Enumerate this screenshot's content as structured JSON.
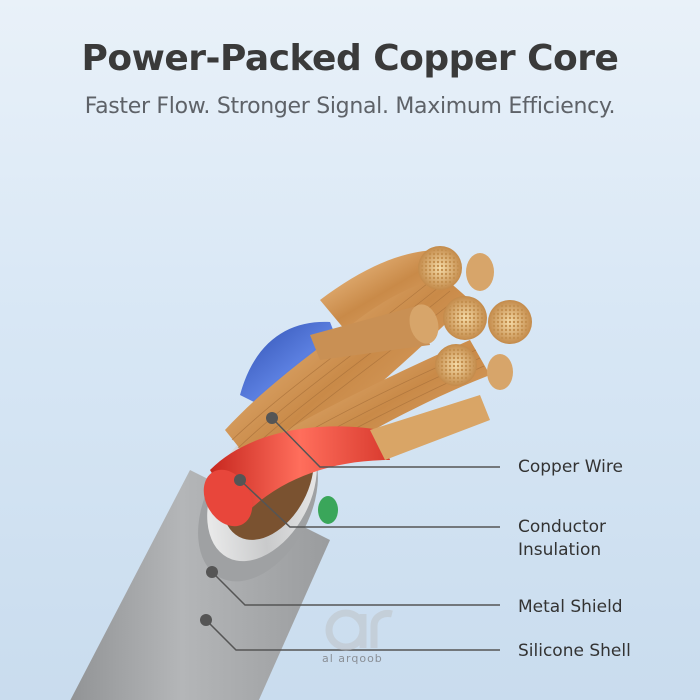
{
  "header": {
    "title": "Power-Packed Copper Core",
    "subtitle": "Faster Flow. Stronger Signal. Maximum Efficiency."
  },
  "callouts": [
    {
      "label": "Copper Wire"
    },
    {
      "label": "Conductor Insulation"
    },
    {
      "label": "Metal Shield"
    },
    {
      "label": "Silicone Shell"
    }
  ],
  "watermark": {
    "text": "al arqoob"
  },
  "colors": {
    "background": "#dce9f5",
    "copper": "#d9a566",
    "outer_shell": "#a7a9ab",
    "metal_shield": "#e8e8e8",
    "insulation_red": "#e8463b",
    "insulation_blue": "#3a5fc4",
    "insulation_green": "#3aa65a",
    "callout_line": "#555555"
  }
}
